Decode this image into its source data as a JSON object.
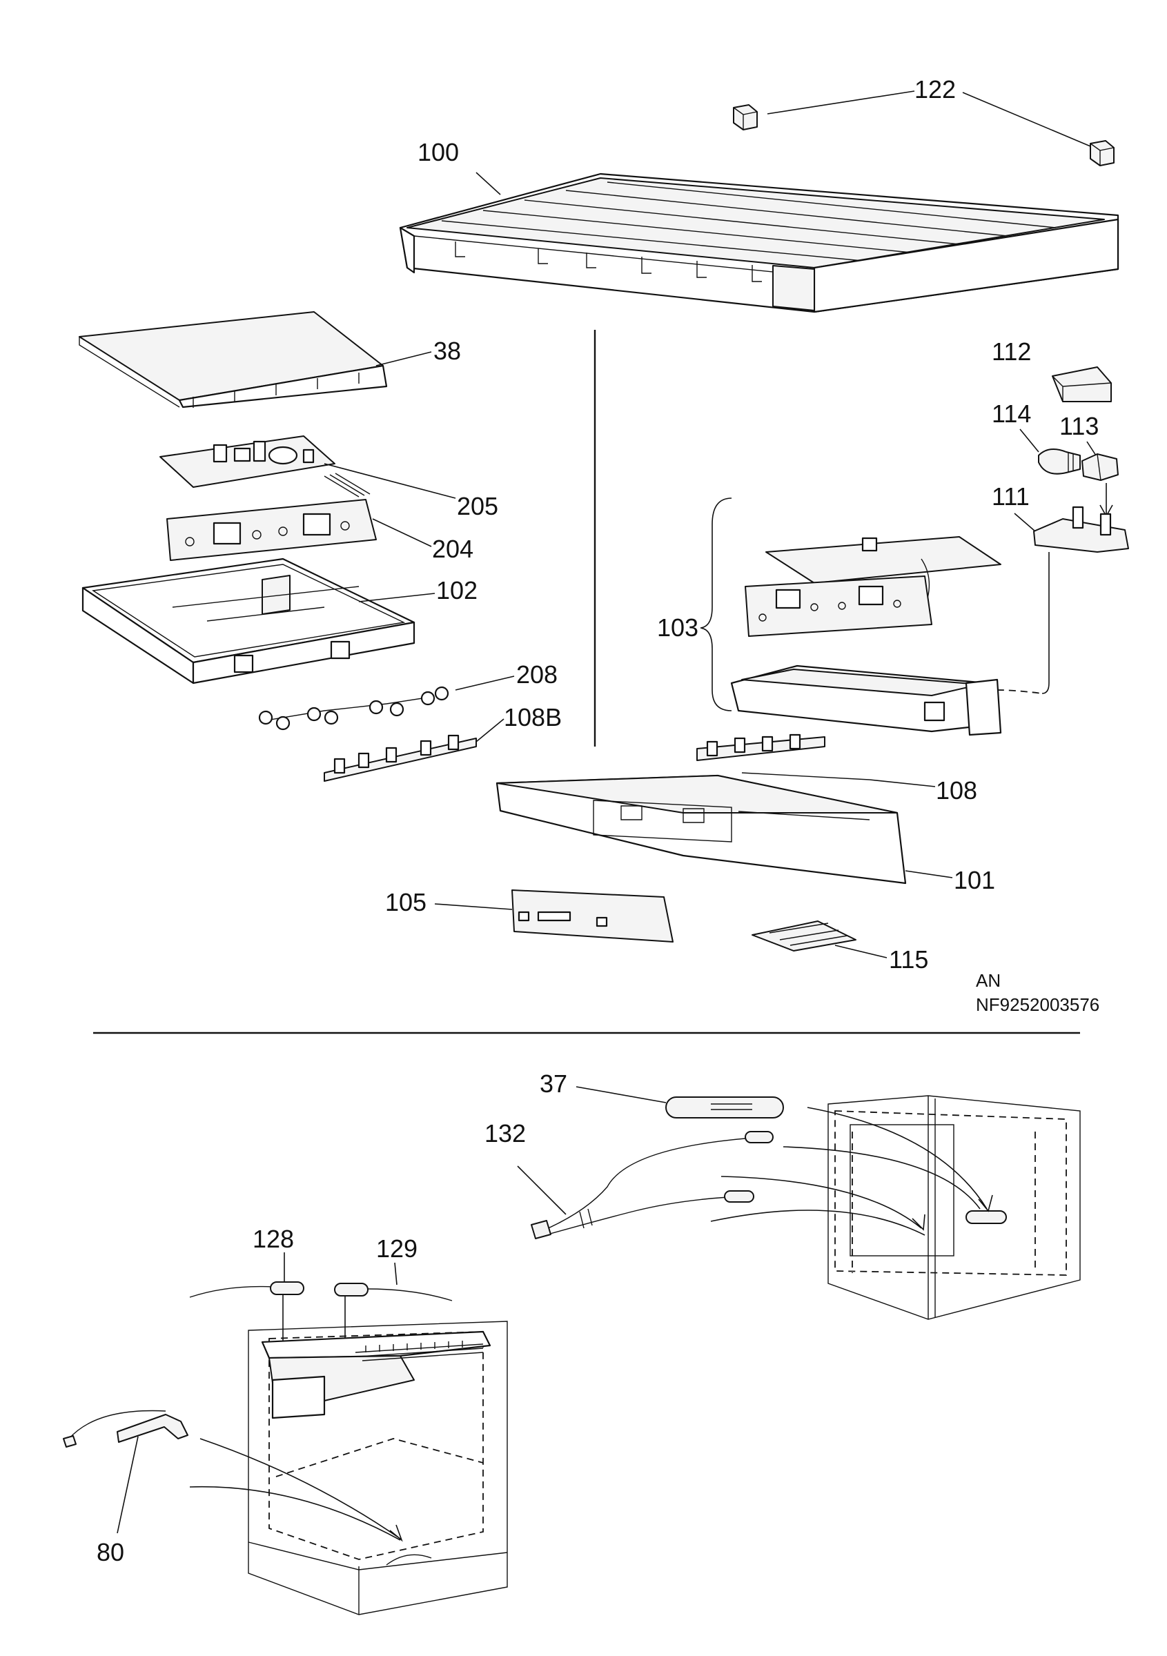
{
  "callouts": {
    "p100": "100",
    "p122": "122",
    "p38": "38",
    "p205": "205",
    "p204": "204",
    "p102": "102",
    "p208": "208",
    "p108b": "108B",
    "p112": "112",
    "p114": "114",
    "p113": "113",
    "p111": "111",
    "p103": "103",
    "p108": "108",
    "p101": "101",
    "p105": "105",
    "p115": "115",
    "p37": "37",
    "p132": "132",
    "p128": "128",
    "p129": "129",
    "p80": "80"
  },
  "drawing_code": {
    "line1": "AN",
    "line2": "NF9252003576"
  }
}
